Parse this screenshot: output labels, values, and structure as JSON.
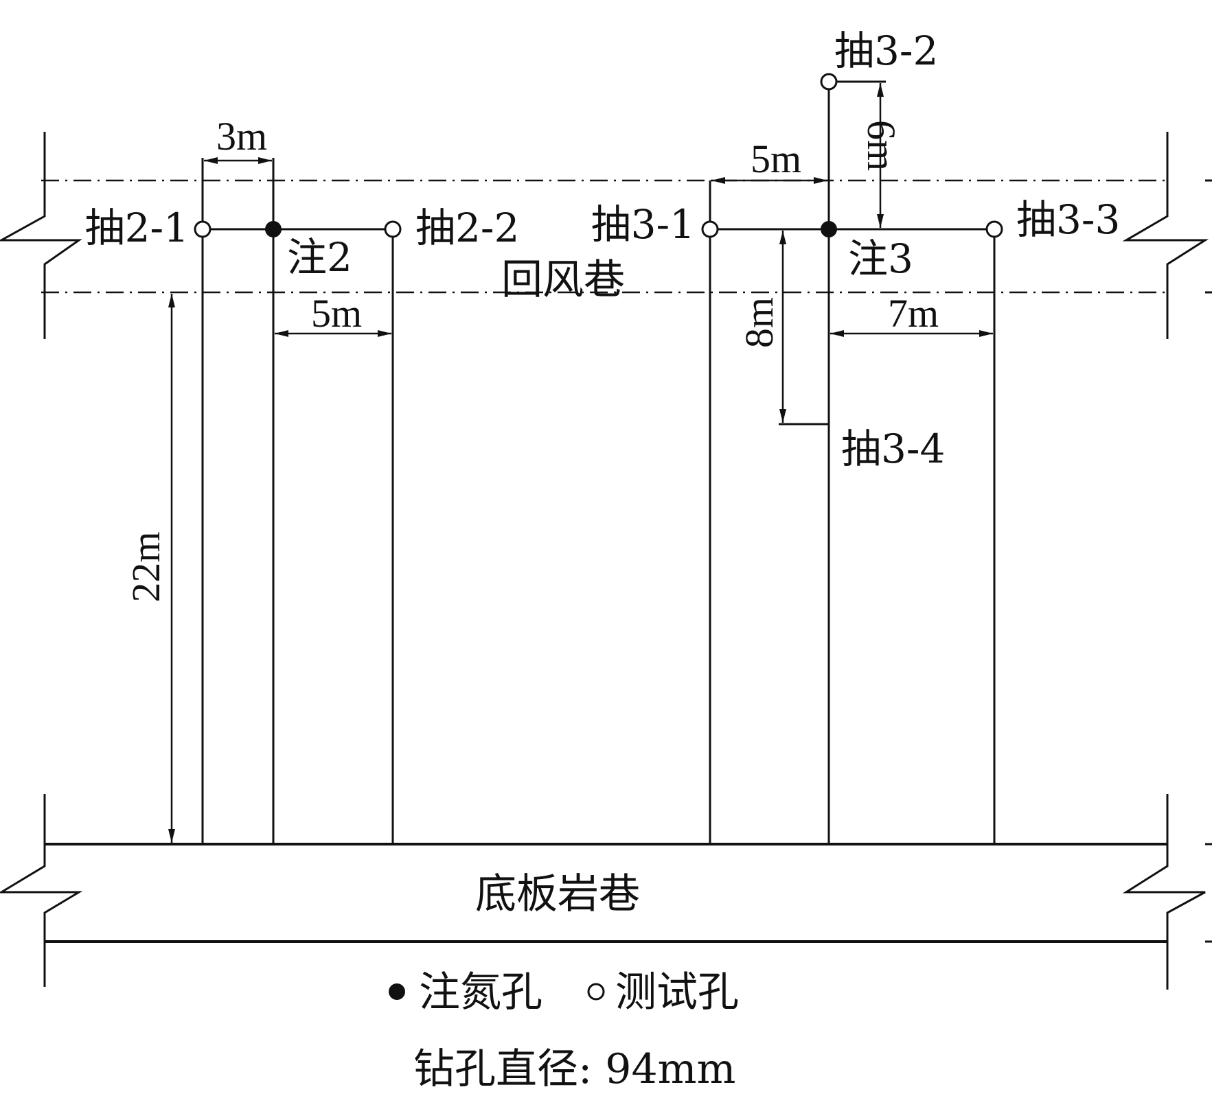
{
  "labels": {
    "return_airway": "回风巷",
    "floor_rock_roadway": "底板岩巷",
    "hole_2_1": "抽2-1",
    "hole_2_2": "抽2-2",
    "inject_2": "注2",
    "hole_3_1": "抽3-1",
    "hole_3_2": "抽3-2",
    "hole_3_3": "抽3-3",
    "hole_3_4": "抽3-4",
    "inject_3": "注3"
  },
  "dimensions": {
    "d_2_1_to_inject_2": "3m",
    "d_inject_2_to_2_2": "5m",
    "d_3_1_to_inject_3": "5m",
    "d_inject_3_to_3_2": "6m",
    "d_inject_3_to_3_3": "7m",
    "d_inject_3_to_3_4": "8m",
    "d_roadway_spacing": "22m"
  },
  "legend": {
    "injection_hole": "注氮孔",
    "test_hole": "测试孔"
  },
  "note": "钻孔直径: 94mm"
}
